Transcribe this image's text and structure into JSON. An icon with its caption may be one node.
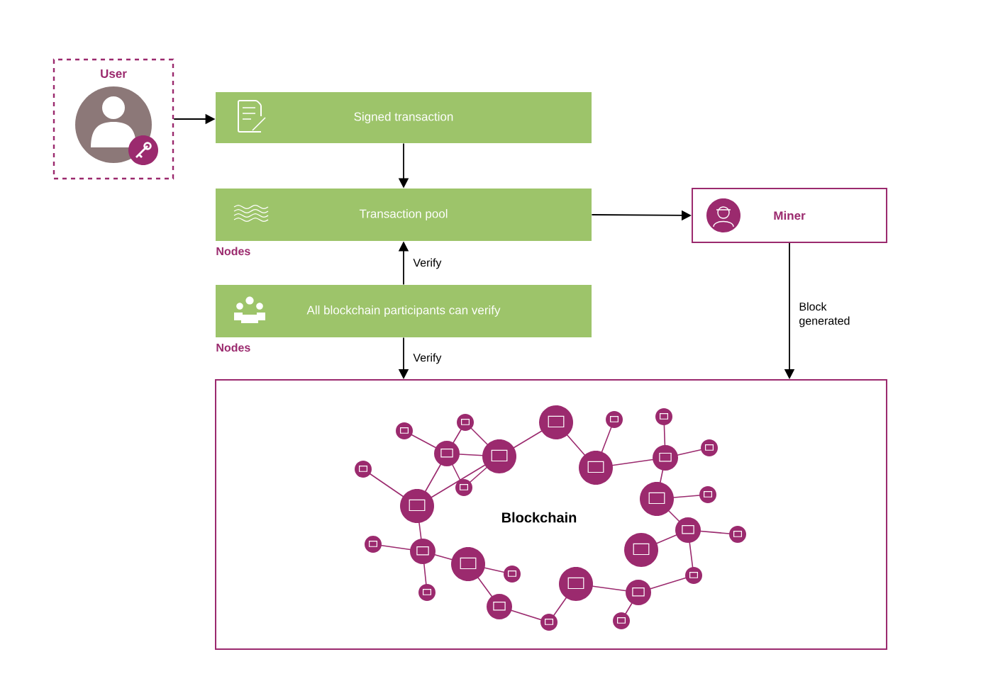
{
  "diagram": {
    "nodes": [
      {
        "text": [
          "User"
        ]
      },
      {
        "text": [
          "Signed transaction"
        ]
      },
      {
        "text": [
          "Transaction pool"
        ],
        "beside": [
          "Nodes"
        ]
      },
      {
        "text": [
          "All blockchain participants can verify"
        ],
        "beside": [
          "Nodes"
        ]
      },
      {
        "text": [
          "Miner"
        ]
      },
      {
        "text": [
          "Blockchain"
        ]
      }
    ],
    "edges": [
      {
        "from": 0,
        "to": 1,
        "arrow": "to"
      },
      {
        "from": 1,
        "to": 2,
        "arrow": "to"
      },
      {
        "from": 3,
        "to": 2,
        "arrow": "to",
        "label": "Verify"
      },
      {
        "from": 3,
        "to": 5,
        "arrow": "to",
        "label": "Verify"
      },
      {
        "from": 2,
        "to": 4,
        "arrow": "to"
      },
      {
        "from": 4,
        "to": 5,
        "arrow": "to",
        "label": "Block generated"
      }
    ]
  }
}
